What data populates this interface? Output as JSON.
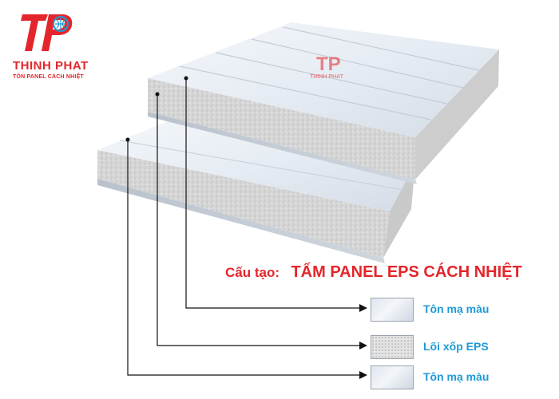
{
  "logo": {
    "name": "THINH PHAT",
    "tagline": "TÔN PANEL CÁCH NHIỆT",
    "color": "#e3262b"
  },
  "title": {
    "prefix": "Cấu tạo:",
    "main": "TẤM PANEL EPS CÁCH NHIỆT",
    "color": "#e3262b"
  },
  "legend": [
    {
      "label": "Tôn mạ màu",
      "material": "sheet"
    },
    {
      "label": "Lõi xốp EPS",
      "material": "foam"
    },
    {
      "label": "Tôn mạ màu",
      "material": "sheet"
    }
  ],
  "colors": {
    "label": "#1e9ad6",
    "panel_sheet": "#e9eef4",
    "foam_core": "#d9d9d9"
  }
}
